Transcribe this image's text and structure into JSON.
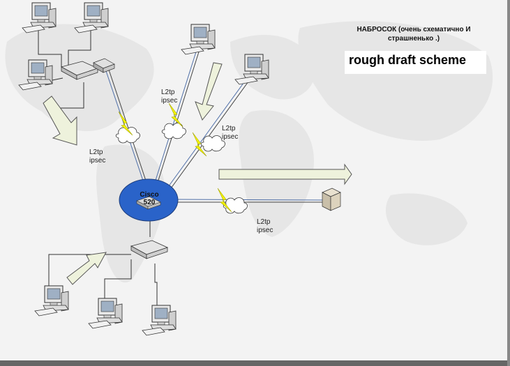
{
  "note": {
    "line1": "НАБРОСОК (очень схематично И",
    "line2": "страшненько .)"
  },
  "banner_text": "rough draft scheme",
  "router": {
    "line1": "Cisco",
    "line2": "520"
  },
  "tunnels": [
    {
      "proto": "L2tp",
      "enc": "ipsec"
    },
    {
      "proto": "L2tp",
      "enc": "ipsec"
    },
    {
      "proto": "L2tp",
      "enc": "ipsec"
    },
    {
      "proto": "L2tp",
      "enc": "ipsec"
    }
  ],
  "colors": {
    "router_ellipse": "#2a63c9",
    "bolt": "#f4f400",
    "link_blue": "#4f6fa8",
    "link_dark": "#444444",
    "arrow_fill": "#eef2dc",
    "map": "#e6e6e6"
  },
  "icons": [
    "workstation-icon",
    "switch-icon",
    "router-icon",
    "server-icon",
    "lightning-icon",
    "cloud-icon",
    "arrow-icon"
  ]
}
